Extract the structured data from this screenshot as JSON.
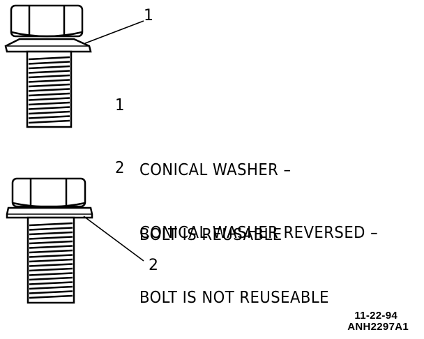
{
  "callouts": {
    "one": "1",
    "two": "2"
  },
  "legend": [
    {
      "number": "1",
      "lines": [
        "CONICAL WASHER –",
        "BOLT IS REUSABLE"
      ]
    },
    {
      "number": "2",
      "lines": [
        "CONICAL WASHER REVERSED –",
        "BOLT IS NOT REUSEABLE"
      ]
    }
  ],
  "footer": {
    "date": "11-22-94",
    "drawing_id": "ANH2297A1"
  }
}
